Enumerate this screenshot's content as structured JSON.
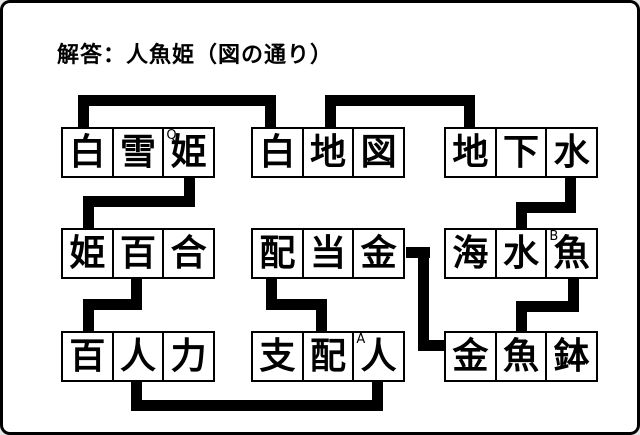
{
  "title": "解答：人魚姫（図の通り）",
  "answer": "人魚姫",
  "colors": {
    "background": "#ffffff",
    "border": "#000000",
    "line": "#000000",
    "text": "#000000"
  },
  "words": [
    {
      "name": "shirayukihime",
      "text": "白雪姫",
      "cells": [
        "白",
        "雪",
        "姫"
      ],
      "mark": "Q",
      "mark_on": "姫"
    },
    {
      "name": "hakuchizu",
      "text": "白地図",
      "cells": [
        "白",
        "地",
        "図"
      ]
    },
    {
      "name": "chikasui",
      "text": "地下水",
      "cells": [
        "地",
        "下",
        "水"
      ]
    },
    {
      "name": "himeyuri",
      "text": "姫百合",
      "cells": [
        "姫",
        "百",
        "合"
      ]
    },
    {
      "name": "haitoukin",
      "text": "配当金",
      "cells": [
        "配",
        "当",
        "金"
      ]
    },
    {
      "name": "kaisuigyo",
      "text": "海水魚",
      "cells": [
        "海",
        "水",
        "魚"
      ],
      "mark": "B",
      "mark_on": "魚"
    },
    {
      "name": "hyakuninriki",
      "text": "百人力",
      "cells": [
        "百",
        "人",
        "力"
      ]
    },
    {
      "name": "shihainin",
      "text": "支配人",
      "cells": [
        "支",
        "配",
        "人"
      ],
      "mark": "A",
      "mark_on": "人"
    },
    {
      "name": "kingyobachi",
      "text": "金魚鉢",
      "cells": [
        "金",
        "魚",
        "鉢"
      ]
    }
  ],
  "connections": [
    {
      "char": "白",
      "from": "白雪姫",
      "to": "白地図"
    },
    {
      "char": "地",
      "from": "白地図",
      "to": "地下水"
    },
    {
      "char": "姫",
      "from": "白雪姫",
      "to": "姫百合"
    },
    {
      "char": "水",
      "from": "地下水",
      "to": "海水魚"
    },
    {
      "char": "百",
      "from": "姫百合",
      "to": "百人力"
    },
    {
      "char": "配",
      "from": "配当金",
      "to": "支配人"
    },
    {
      "char": "金",
      "from": "配当金",
      "to": "金魚鉢"
    },
    {
      "char": "魚",
      "from": "海水魚",
      "to": "金魚鉢"
    },
    {
      "char": "人",
      "from": "百人力",
      "to": "支配人"
    }
  ]
}
